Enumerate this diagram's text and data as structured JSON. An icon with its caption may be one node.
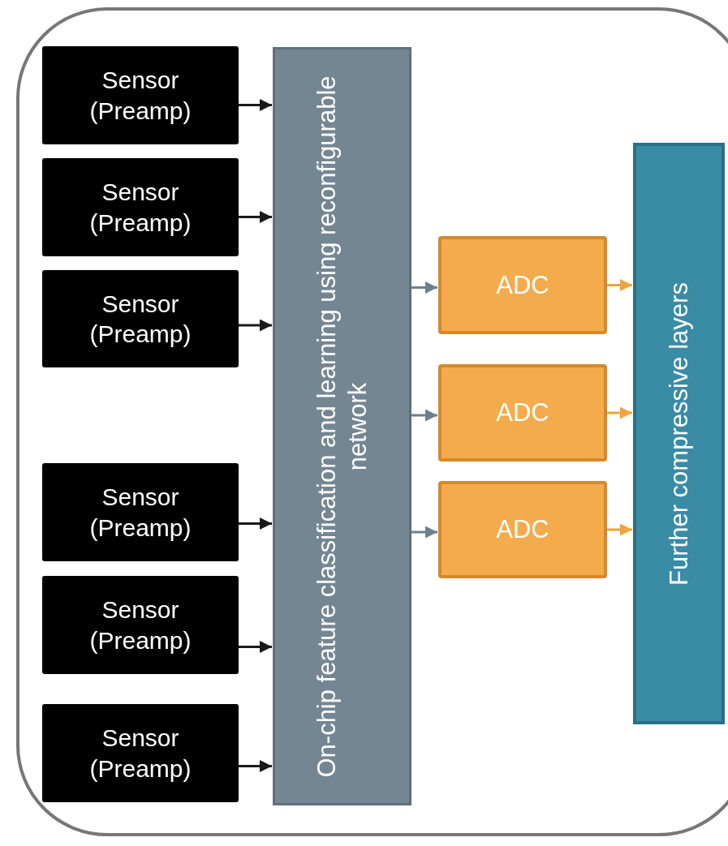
{
  "diagram": {
    "nodes": [
      {
        "text": [
          "Sensor (Preamp)"
        ]
      },
      {
        "text": [
          "Sensor (Preamp)"
        ]
      },
      {
        "text": [
          "Sensor (Preamp)"
        ]
      },
      {
        "text": [
          "Sensor (Preamp)"
        ]
      },
      {
        "text": [
          "Sensor (Preamp)"
        ]
      },
      {
        "text": [
          "Sensor (Preamp)"
        ]
      },
      {
        "text": [
          "On-chip feature classification and learning using reconfigurable network"
        ]
      },
      {
        "text": [
          "ADC"
        ]
      },
      {
        "text": [
          "ADC"
        ]
      },
      {
        "text": [
          "ADC"
        ]
      },
      {
        "text": [
          "Further compressive layers"
        ]
      }
    ],
    "edges": [
      {
        "from": 0,
        "to": 6,
        "arrow": "to"
      },
      {
        "from": 1,
        "to": 6,
        "arrow": "to"
      },
      {
        "from": 2,
        "to": 6,
        "arrow": "to"
      },
      {
        "from": 3,
        "to": 6,
        "arrow": "to"
      },
      {
        "from": 4,
        "to": 6,
        "arrow": "to"
      },
      {
        "from": 5,
        "to": 6,
        "arrow": "to"
      },
      {
        "from": 6,
        "to": 7,
        "arrow": "to",
        "color": "#6f7f8d"
      },
      {
        "from": 6,
        "to": 8,
        "arrow": "to",
        "color": "#6f7f8d"
      },
      {
        "from": 6,
        "to": 9,
        "arrow": "to",
        "color": "#6f7f8d"
      },
      {
        "from": 7,
        "to": 10,
        "arrow": "to",
        "color": "#f0a43c"
      },
      {
        "from": 8,
        "to": 10,
        "arrow": "to",
        "color": "#f0a43c"
      },
      {
        "from": 9,
        "to": 10,
        "arrow": "to",
        "color": "#f0a43c"
      }
    ]
  }
}
